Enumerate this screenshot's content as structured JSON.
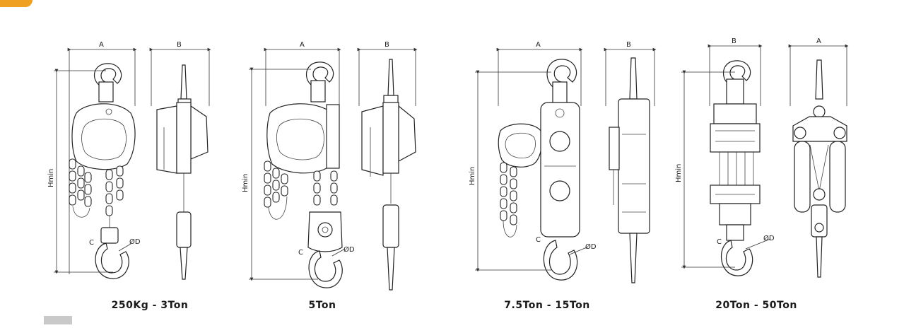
{
  "accent_color": "#f0a020",
  "dimension_labels": {
    "a": "A",
    "b": "B",
    "hmin_1": "Hmin",
    "hmin_2": "Hmin",
    "hmin_3": "Hmin",
    "hmin_4": "Hmin",
    "c": "C",
    "d": "ØD"
  },
  "captions": {
    "model_1": "250Kg - 3Ton",
    "model_2": "5Ton",
    "model_3": "7.5Ton - 15Ton",
    "model_4": "20Ton - 50Ton"
  }
}
